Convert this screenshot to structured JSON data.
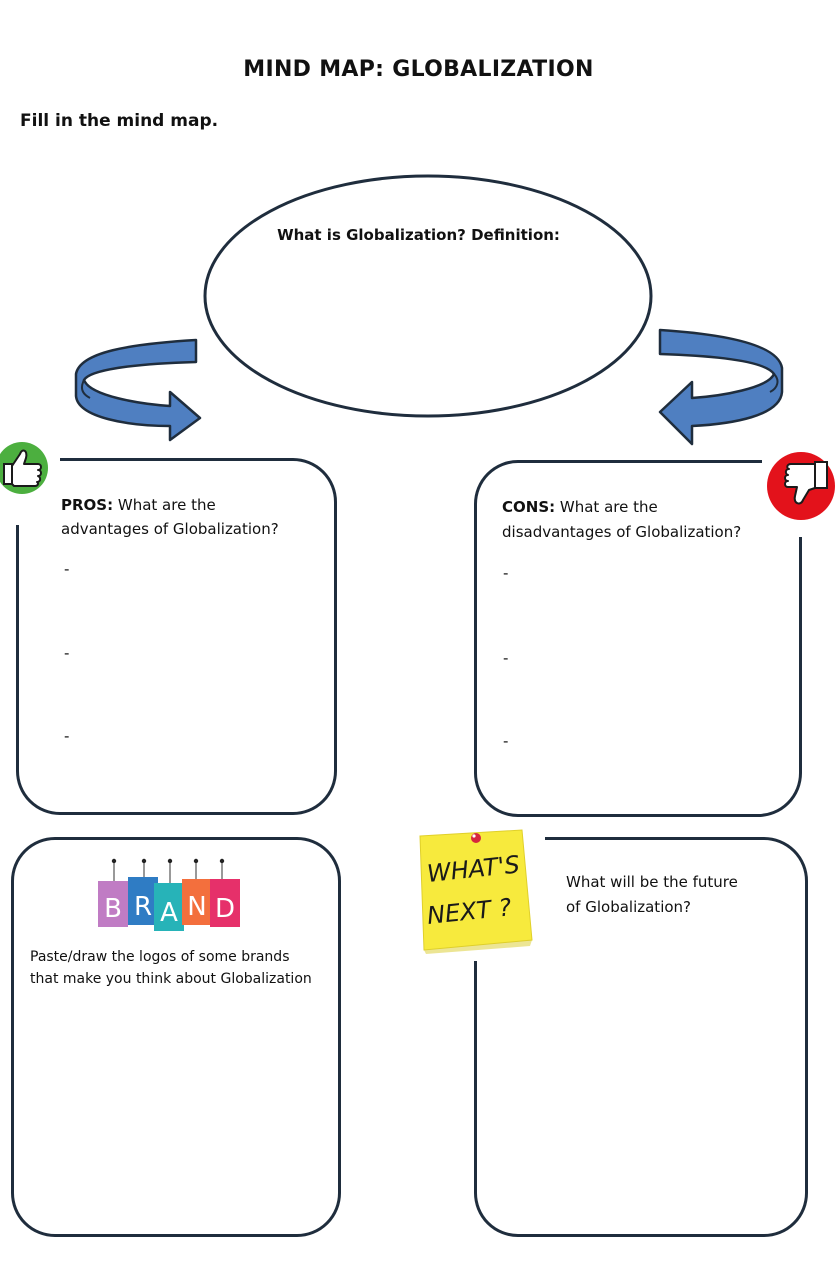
{
  "title": "MIND MAP: GLOBALIZATION",
  "instruction": "Fill in the mind map.",
  "definition": {
    "label": "What is Globalization? Definition:"
  },
  "pros": {
    "heading_bold": "PROS:",
    "heading_rest": " What are the",
    "line2": "advantages of Globalization?",
    "dashes": [
      "-",
      "-",
      "-"
    ],
    "icon": "thumbs-up-icon",
    "icon_color": "#4caf3f"
  },
  "cons": {
    "heading_bold": "CONS:",
    "heading_rest": " What are the",
    "line2": "disadvantages of Globalization?",
    "dashes": [
      "-",
      "-",
      "-"
    ],
    "icon": "thumbs-down-icon",
    "icon_color": "#e3121b"
  },
  "brands": {
    "letters": [
      "B",
      "R",
      "A",
      "N",
      "D"
    ],
    "line1": "Paste/draw the logos of some brands",
    "line2": "that make you think about Globalization"
  },
  "future": {
    "note_line1": "WHAT'S",
    "note_line2": "NEXT ?",
    "line1": "What will be the future",
    "line2": "of Globalization?"
  },
  "colors": {
    "arrow": "#4f7fc1",
    "arrow_outline": "#1f2d3d",
    "border": "#1f2d3d",
    "note": "#f7ea3d"
  }
}
